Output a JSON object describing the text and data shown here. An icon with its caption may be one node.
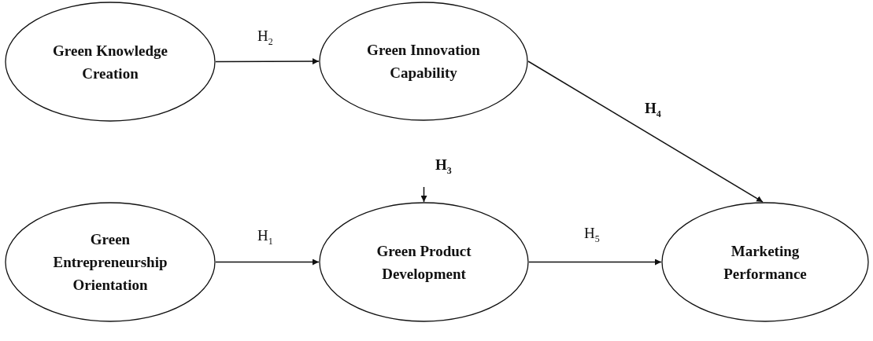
{
  "diagram": {
    "nodes": [
      {
        "text": [
          "Green Knowledge Creation"
        ]
      },
      {
        "text": [
          "Green Innovation Capability"
        ]
      },
      {
        "text": [
          "Green Entrepreneurship Orientation"
        ]
      },
      {
        "text": [
          "Green Product Development"
        ]
      },
      {
        "text": [
          "Marketing Performance"
        ]
      }
    ],
    "edges": [
      {
        "from": 0,
        "to": 1,
        "arrow": "to",
        "label": "H$_{2}$"
      },
      {
        "from": 2,
        "to": 3,
        "arrow": "to",
        "label": "H$_{1}$"
      },
      {
        "from": 3,
        "to": 4,
        "arrow": "to",
        "label": "H$_{5}$"
      },
      {
        "from": 1,
        "to": 4,
        "arrow": "to",
        "label": "H$_{4}$"
      },
      {
        "from": null,
        "to": 3,
        "arrow": "to",
        "label": "H$_{3}$"
      }
    ]
  }
}
